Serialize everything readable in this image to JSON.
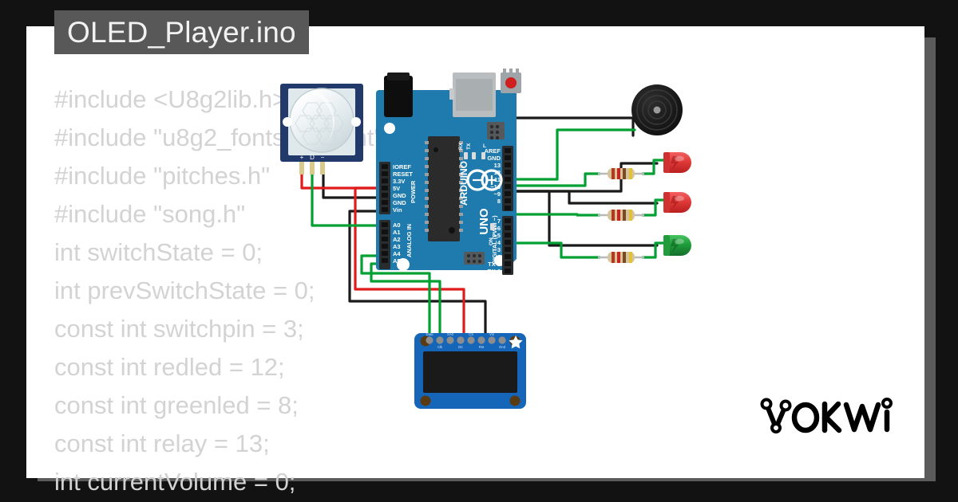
{
  "window": {
    "background_color": "#121212",
    "canvas_color": "#ffffff",
    "shadow_color": "#5b5b5b"
  },
  "title": {
    "text": "OLED_Player.ino",
    "chip_color": "#585858",
    "text_color": "#f2f2f2"
  },
  "code": {
    "text_color": "#d3d3d3",
    "lines": [
      "#include <U8g2lib.h>",
      "#include \"u8g2_fonts_mufont\"",
      "#include \"pitches.h\"",
      "#include \"song.h\"",
      "int switchState = 0;",
      "int prevSwitchState = 0;",
      "const int switchpin = 3;",
      "const int redled = 12;",
      "const int greenled = 8;",
      "const int relay = 13;",
      "int currentVolume = 0;"
    ]
  },
  "diagram": {
    "type": "wokwi-circuit-diagram",
    "components": [
      {
        "name": "pir-motion-sensor",
        "label": "HC-SR501 PIR Motion Sensor",
        "body_color": "#223a6b",
        "dome_color": "#e8eef0",
        "pins": [
          "+",
          "D",
          "-"
        ]
      },
      {
        "name": "arduino-uno",
        "label": "ARDUINO UNO",
        "board_color": "#1f7aad",
        "silk_text": [
          "ARDUINO",
          "UNO",
          "POWER",
          "ANALOG IN",
          "DIGITAL (PWM ~)",
          "ON",
          "L",
          "TX",
          "RX"
        ],
        "power_pins": [
          "IOREF",
          "RESET",
          "3.3V",
          "5V",
          "GND",
          "GND",
          "Vin"
        ],
        "analog_pins": [
          "A0",
          "A1",
          "A2",
          "A3",
          "A4",
          "A5"
        ],
        "digital_pins": [
          "AREF",
          "GND",
          "13",
          "12",
          "~11",
          "~10",
          "~9",
          "8",
          "7",
          "~6",
          "~5",
          "4",
          "~3",
          "2",
          "TX 1",
          "RX 0"
        ]
      },
      {
        "name": "oled-display",
        "label": "SSD1306 OLED 128x64",
        "board_color": "#1566b8",
        "screen_color": "#1a1a1a",
        "pins": [
          "Data",
          "CLK",
          "SA0",
          "DC",
          "Rst",
          "CS",
          "3Vo",
          "Vin",
          "Gnd"
        ]
      },
      {
        "name": "buzzer",
        "label": "Piezo Buzzer",
        "body_color": "#1a1a1a"
      },
      {
        "name": "led-red-1",
        "label": "Red LED",
        "color": "#e03a3a"
      },
      {
        "name": "led-red-2",
        "label": "Red LED",
        "color": "#e03a3a"
      },
      {
        "name": "led-green",
        "label": "Green LED",
        "color": "#1f9c3a"
      },
      {
        "name": "resistor-1",
        "label": "220 Ohm Resistor"
      },
      {
        "name": "resistor-2",
        "label": "220 Ohm Resistor"
      },
      {
        "name": "resistor-3",
        "label": "220 Ohm Resistor"
      }
    ],
    "wire_colors": {
      "power": "#e01b1b",
      "ground": "#000000",
      "signal": "#00a033"
    }
  },
  "branding": {
    "logo_text": "WOKWI",
    "logo_color": "#000000"
  }
}
